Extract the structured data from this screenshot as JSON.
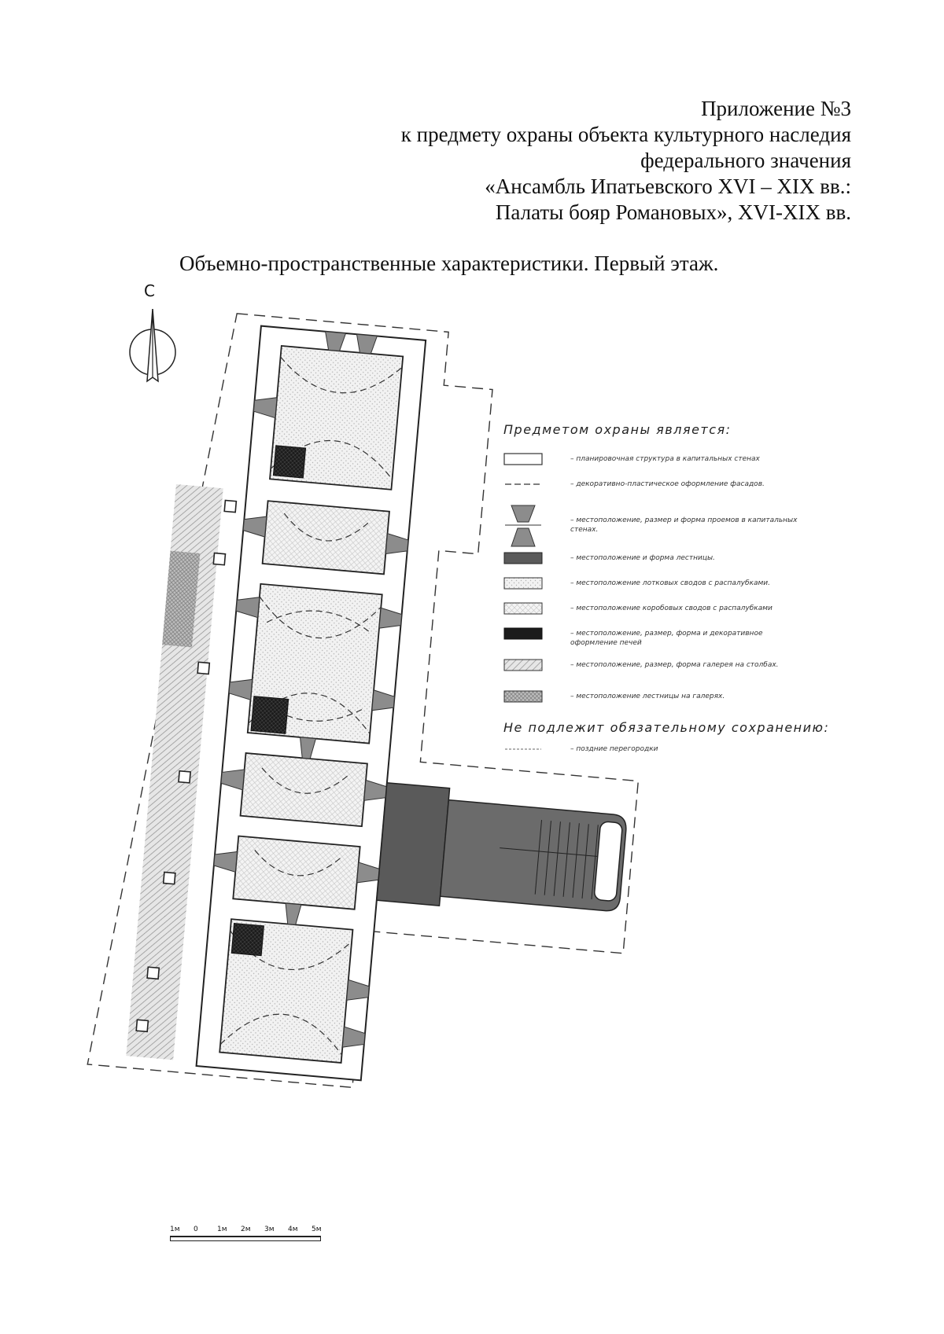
{
  "header": {
    "lines": [
      "Приложение №3",
      "к предмету охраны объекта культурного наследия",
      "федерального значения",
      "«Ансамбль Ипатьевского XVI – XIX вв.:",
      "Палаты бояр Романовых», XVI-XIX вв."
    ]
  },
  "subtitle": "Объемно-пространственные характеристики. Первый этаж.",
  "north_label": "С",
  "legend": {
    "title": "Предметом охраны является:",
    "items": [
      {
        "icon": "white-box",
        "text": "– планировочная структура в капитальных стенах"
      },
      {
        "icon": "dash-line",
        "text": "– декоративно-пластическое оформление фасадов."
      },
      {
        "icon": "opening",
        "text": "– местоположение, размер и форма проемов в капитальных стенах."
      },
      {
        "icon": "dark-gray",
        "text": "– местоположение и форма лестницы."
      },
      {
        "icon": "light-dots",
        "text": "– местоположение лотковых сводов с распалубками."
      },
      {
        "icon": "light-crosshatch",
        "text": "– местоположение коробовых сводов с распалубками"
      },
      {
        "icon": "black",
        "text": "– местоположение, размер, форма и декоративное оформление печей"
      },
      {
        "icon": "diagonal-hatch",
        "text": "– местоположение, размер, форма галерея на столбах."
      },
      {
        "icon": "dense-crosshatch",
        "text": "– местоположение лестницы на галерях."
      }
    ],
    "title2": "Не подлежит обязательному сохранению:",
    "items2": [
      {
        "icon": "dash-line",
        "text": "– поздние перегородки"
      }
    ]
  },
  "scale": {
    "labels": [
      "1м",
      "0",
      "1м",
      "2м",
      "3м",
      "4м",
      "5м"
    ]
  },
  "colors": {
    "wall": "#ffffff",
    "stair": "#5a5a5a",
    "stove": "#1c1c1c",
    "gallery": "#c8c8c8",
    "vault_fill": "#ececec"
  }
}
